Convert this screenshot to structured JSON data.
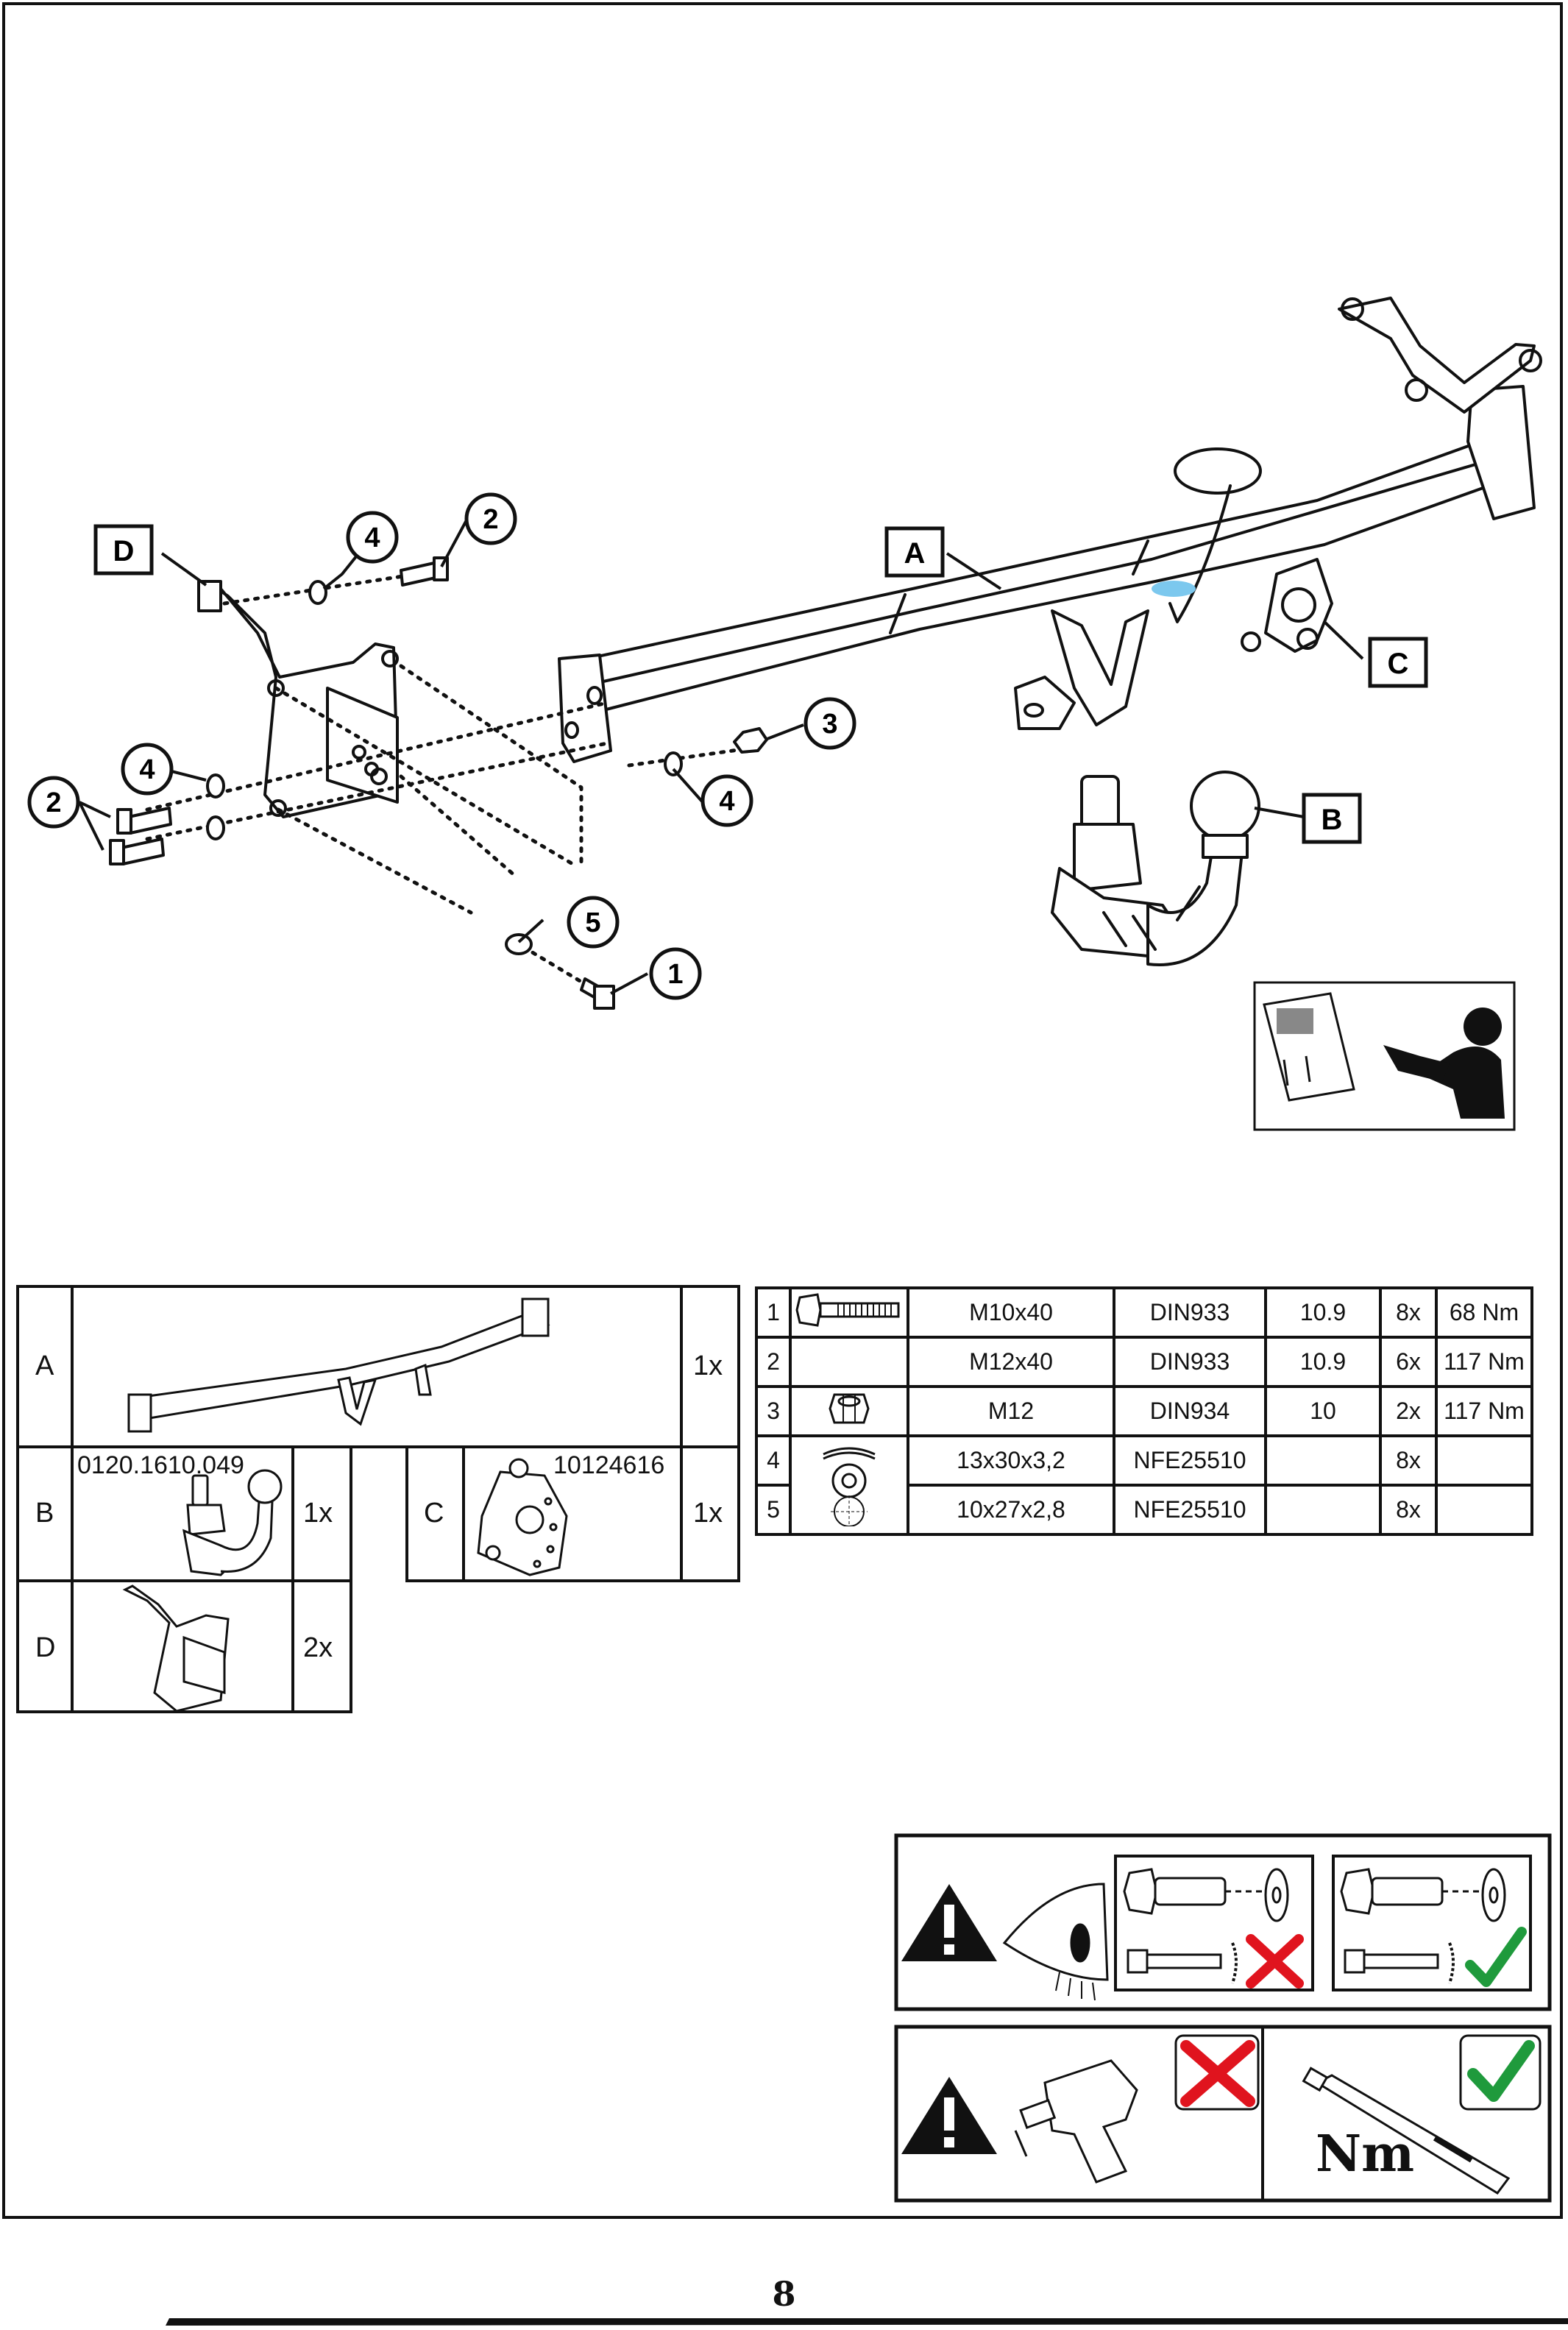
{
  "callouts": {
    "a": "A",
    "b": "B",
    "c": "C",
    "d": "D",
    "n1": "1",
    "n2a": "2",
    "n2b": "2",
    "n3": "3",
    "n4a": "4",
    "n4b": "4",
    "n4c": "4",
    "n5": "5"
  },
  "components": {
    "a": {
      "letter": "A",
      "qty": "1x"
    },
    "b": {
      "letter": "B",
      "code": "0120.1610.049",
      "qty": "1x"
    },
    "c": {
      "letter": "C",
      "code": "10124616",
      "qty": "1x"
    },
    "d": {
      "letter": "D",
      "qty": "2x"
    }
  },
  "fasteners": [
    {
      "num": "1",
      "dimension": "M10x40",
      "standard": "DIN933",
      "class": "10.9",
      "qty": "8x",
      "torque": "68 Nm",
      "icon": "bolt-icon"
    },
    {
      "num": "2",
      "dimension": "M12x40",
      "standard": "DIN933",
      "class": "10.9",
      "qty": "6x",
      "torque": "117 Nm",
      "icon": "bolt-icon"
    },
    {
      "num": "3",
      "dimension": "M12",
      "standard": "DIN934",
      "class": "10",
      "qty": "2x",
      "torque": "117 Nm",
      "icon": "nut-icon"
    },
    {
      "num": "4",
      "dimension": "13x30x3,2",
      "standard": "NFE25510",
      "class": "",
      "qty": "8x",
      "torque": "",
      "icon": "washer-icon"
    },
    {
      "num": "5",
      "dimension": "10x27x2,8",
      "standard": "NFE25510",
      "class": "",
      "qty": "8x",
      "torque": "",
      "icon": "washer-icon"
    }
  ],
  "warnings": {
    "torque_label": "Nm"
  },
  "page": {
    "number": "8"
  },
  "colors": {
    "ink": "#111111",
    "cross": "#e0141e",
    "check": "#1f9a3c",
    "highlight": "#7cc8ee"
  }
}
